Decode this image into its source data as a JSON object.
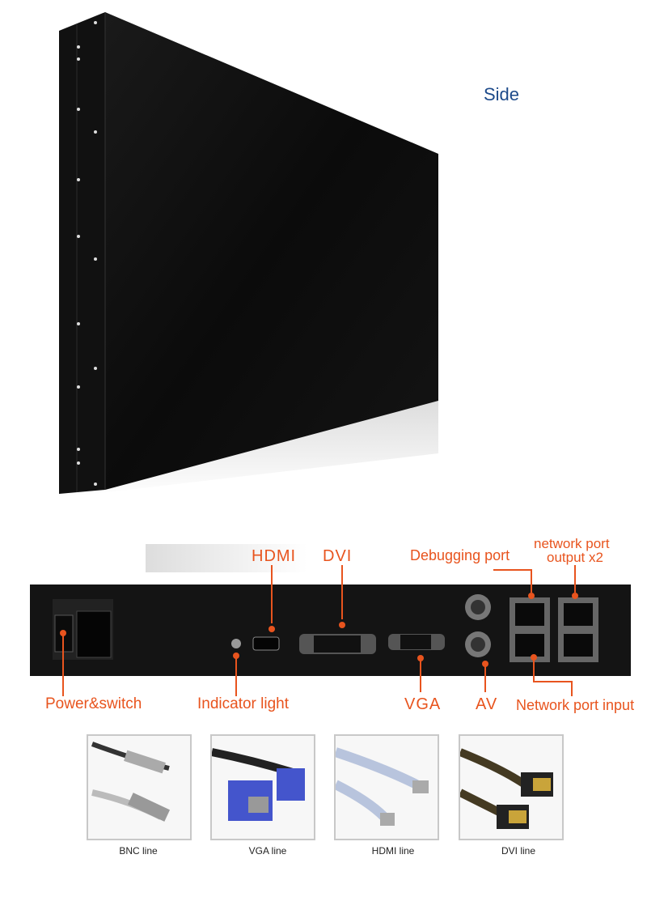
{
  "side_label": "Side",
  "callouts": {
    "hdmi": "HDMI",
    "dvi": "DVI",
    "debugging": "Debugging port",
    "network_output_line1": "network port",
    "network_output_line2": "output x2",
    "power": "Power&switch",
    "indicator": "Indicator light",
    "vga": "VGA",
    "av": "AV",
    "network_input": "Network port input"
  },
  "cables": [
    {
      "label": "BNC line"
    },
    {
      "label": "VGA line"
    },
    {
      "label": "HDMI line"
    },
    {
      "label": "DVI line"
    }
  ],
  "colors": {
    "callout": "#e8541e",
    "side": "#1d4a8a"
  }
}
